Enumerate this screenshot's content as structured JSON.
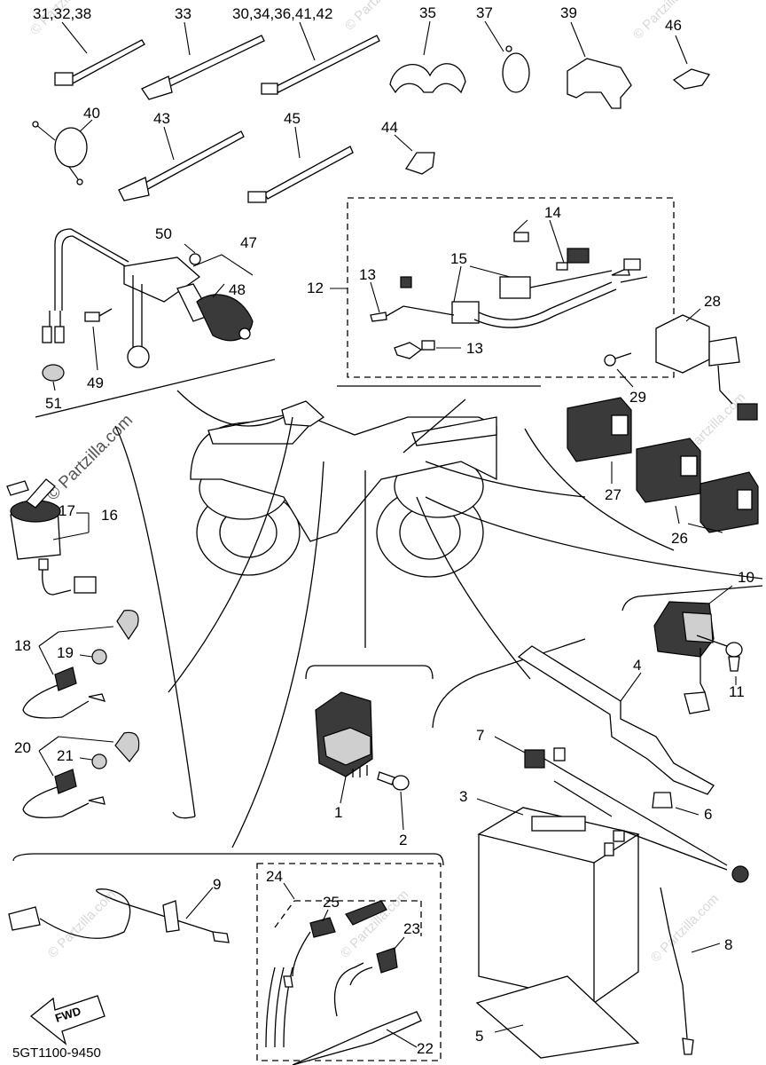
{
  "diagram": {
    "drawing_code": "5GT1100-9450",
    "fwd_label": "FWD",
    "watermark_main": "© Partzilla.com",
    "watermark_small": "© Partzilla.com",
    "callouts": {
      "c31": "31,32,38",
      "c33": "33",
      "c30": "30,34,36,41,42",
      "c35": "35",
      "c37": "37",
      "c39": "39",
      "c46": "46",
      "c40": "40",
      "c43": "43",
      "c45": "45",
      "c44": "44",
      "c50": "50",
      "c47": "47",
      "c48": "48",
      "c49": "49",
      "c51": "51",
      "c12": "12",
      "c13a": "13",
      "c13b": "13",
      "c14": "14",
      "c15": "15",
      "c28": "28",
      "c29": "29",
      "c27": "27",
      "c26": "26",
      "c17": "17",
      "c16": "16",
      "c18": "18",
      "c19": "19",
      "c20": "20",
      "c21": "21",
      "c10": "10",
      "c11": "11",
      "c4": "4",
      "c7": "7",
      "c6": "6",
      "c3": "3",
      "c1": "1",
      "c2": "2",
      "c9": "9",
      "c24": "24",
      "c25": "25",
      "c23": "23",
      "c22": "22",
      "c8": "8",
      "c5": "5"
    }
  }
}
